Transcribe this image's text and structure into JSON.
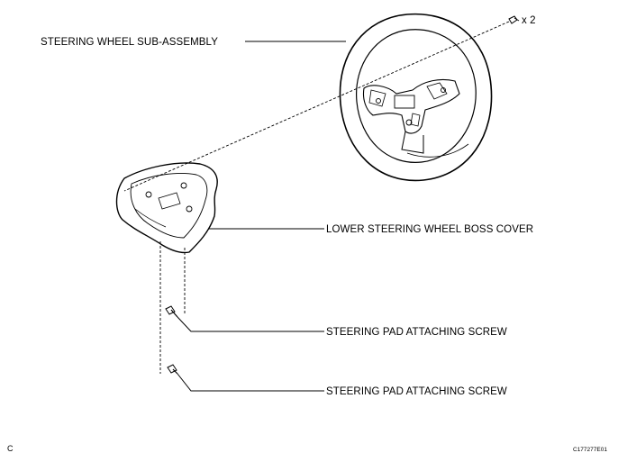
{
  "labels": {
    "steering_wheel": "STEERING WHEEL SUB-ASSEMBLY",
    "boss_cover": "LOWER STEERING WHEEL BOSS COVER",
    "screw_1": "STEERING PAD ATTACHING SCREW",
    "screw_2": "STEERING PAD ATTACHING SCREW",
    "quantity": "x 2"
  },
  "footer": {
    "corner_letter": "C",
    "figure_code": "C177277E01"
  }
}
